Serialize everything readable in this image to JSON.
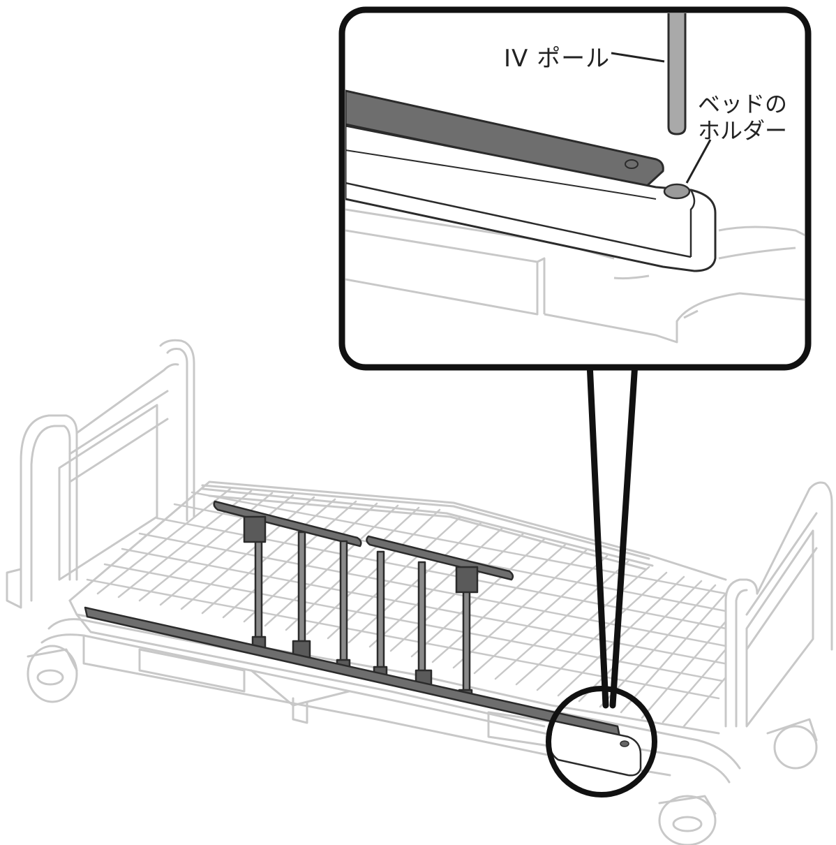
{
  "diagram": {
    "callout": {
      "iv_pole_label": "IV ポール",
      "holder_label_line1": "ベッドの",
      "holder_label_line2": "ホルダー"
    }
  },
  "colors": {
    "outline_light": "#c8c8c8",
    "rail_fill": "#6e6e6e",
    "rail_dark": "#3a3a3a",
    "frame_black": "#111111",
    "pole_fill": "#a9a9a9"
  }
}
